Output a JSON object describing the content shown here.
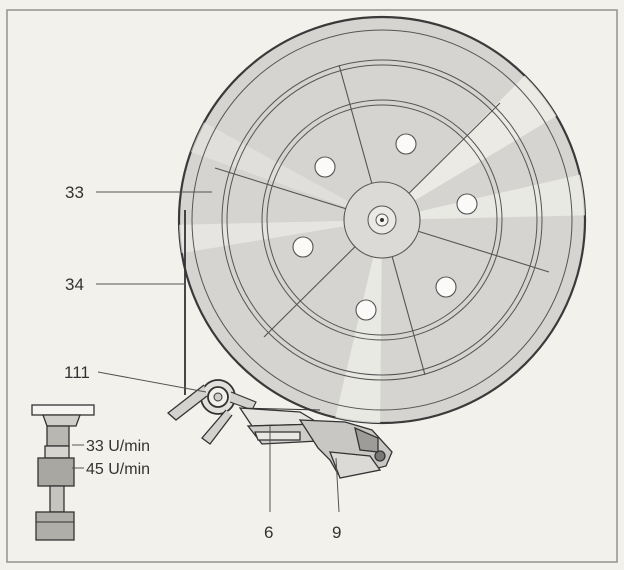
{
  "callouts": {
    "c33": "33",
    "c34": "34",
    "c111": "111",
    "c6": "6",
    "c9": "9"
  },
  "speed_selector": {
    "speed_33": "33 U/min",
    "speed_45": "45 U/min"
  },
  "colors": {
    "background": "#f3f1ec",
    "frame": "#9a9690",
    "platter": "#d6d4d0",
    "highlight": "#ecebe8",
    "line": "#3a3a3a"
  }
}
